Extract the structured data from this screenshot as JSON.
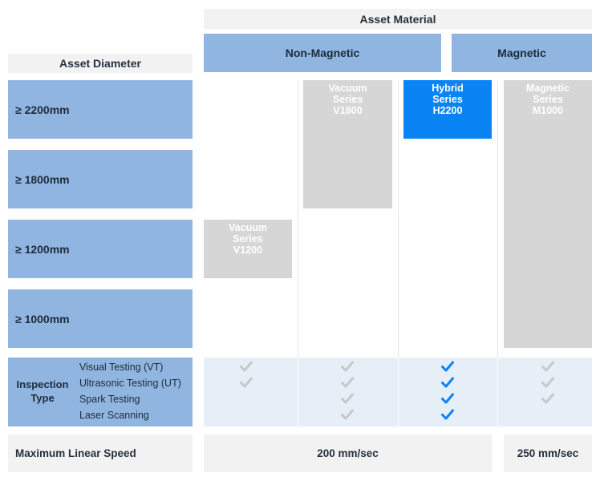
{
  "header": {
    "asset_material": "Asset Material",
    "non_magnetic": "Non-Magnetic",
    "magnetic": "Magnetic",
    "asset_diameter": "Asset Diameter"
  },
  "diameters": [
    "≥ 2200mm",
    "≥ 1800mm",
    "≥ 1200mm",
    "≥ 1000mm"
  ],
  "products": {
    "v1200": [
      "Vacuum",
      "Series",
      "V1200"
    ],
    "v1800": [
      "Vacuum",
      "Series",
      "V1800"
    ],
    "h2200": [
      "Hybrid",
      "Series",
      "H2200"
    ],
    "m1000": [
      "Magnetic",
      "Series",
      "M1000"
    ]
  },
  "inspection": {
    "label_line1": "Inspection",
    "label_line2": "Type",
    "tests": [
      "Visual Testing (VT)",
      "Ultrasonic Testing (UT)",
      "Spark Testing",
      "Laser Scanning"
    ],
    "support": {
      "v1200": [
        true,
        true,
        false,
        false
      ],
      "v1800": [
        true,
        true,
        true,
        true
      ],
      "h2200": [
        true,
        true,
        true,
        true
      ],
      "m1000": [
        true,
        true,
        true,
        false
      ]
    }
  },
  "speed": {
    "label": "Maximum Linear Speed",
    "non_magnetic": "200 mm/sec",
    "magnetic": "250 mm/sec"
  },
  "colors": {
    "header_blue": "#8fb5e0",
    "highlight": "#0a84f5",
    "product_grey": "#d6d6d6",
    "check_grey": "#c8c8c8",
    "check_blue": "#0a84f5",
    "band": "#e6eef7"
  }
}
